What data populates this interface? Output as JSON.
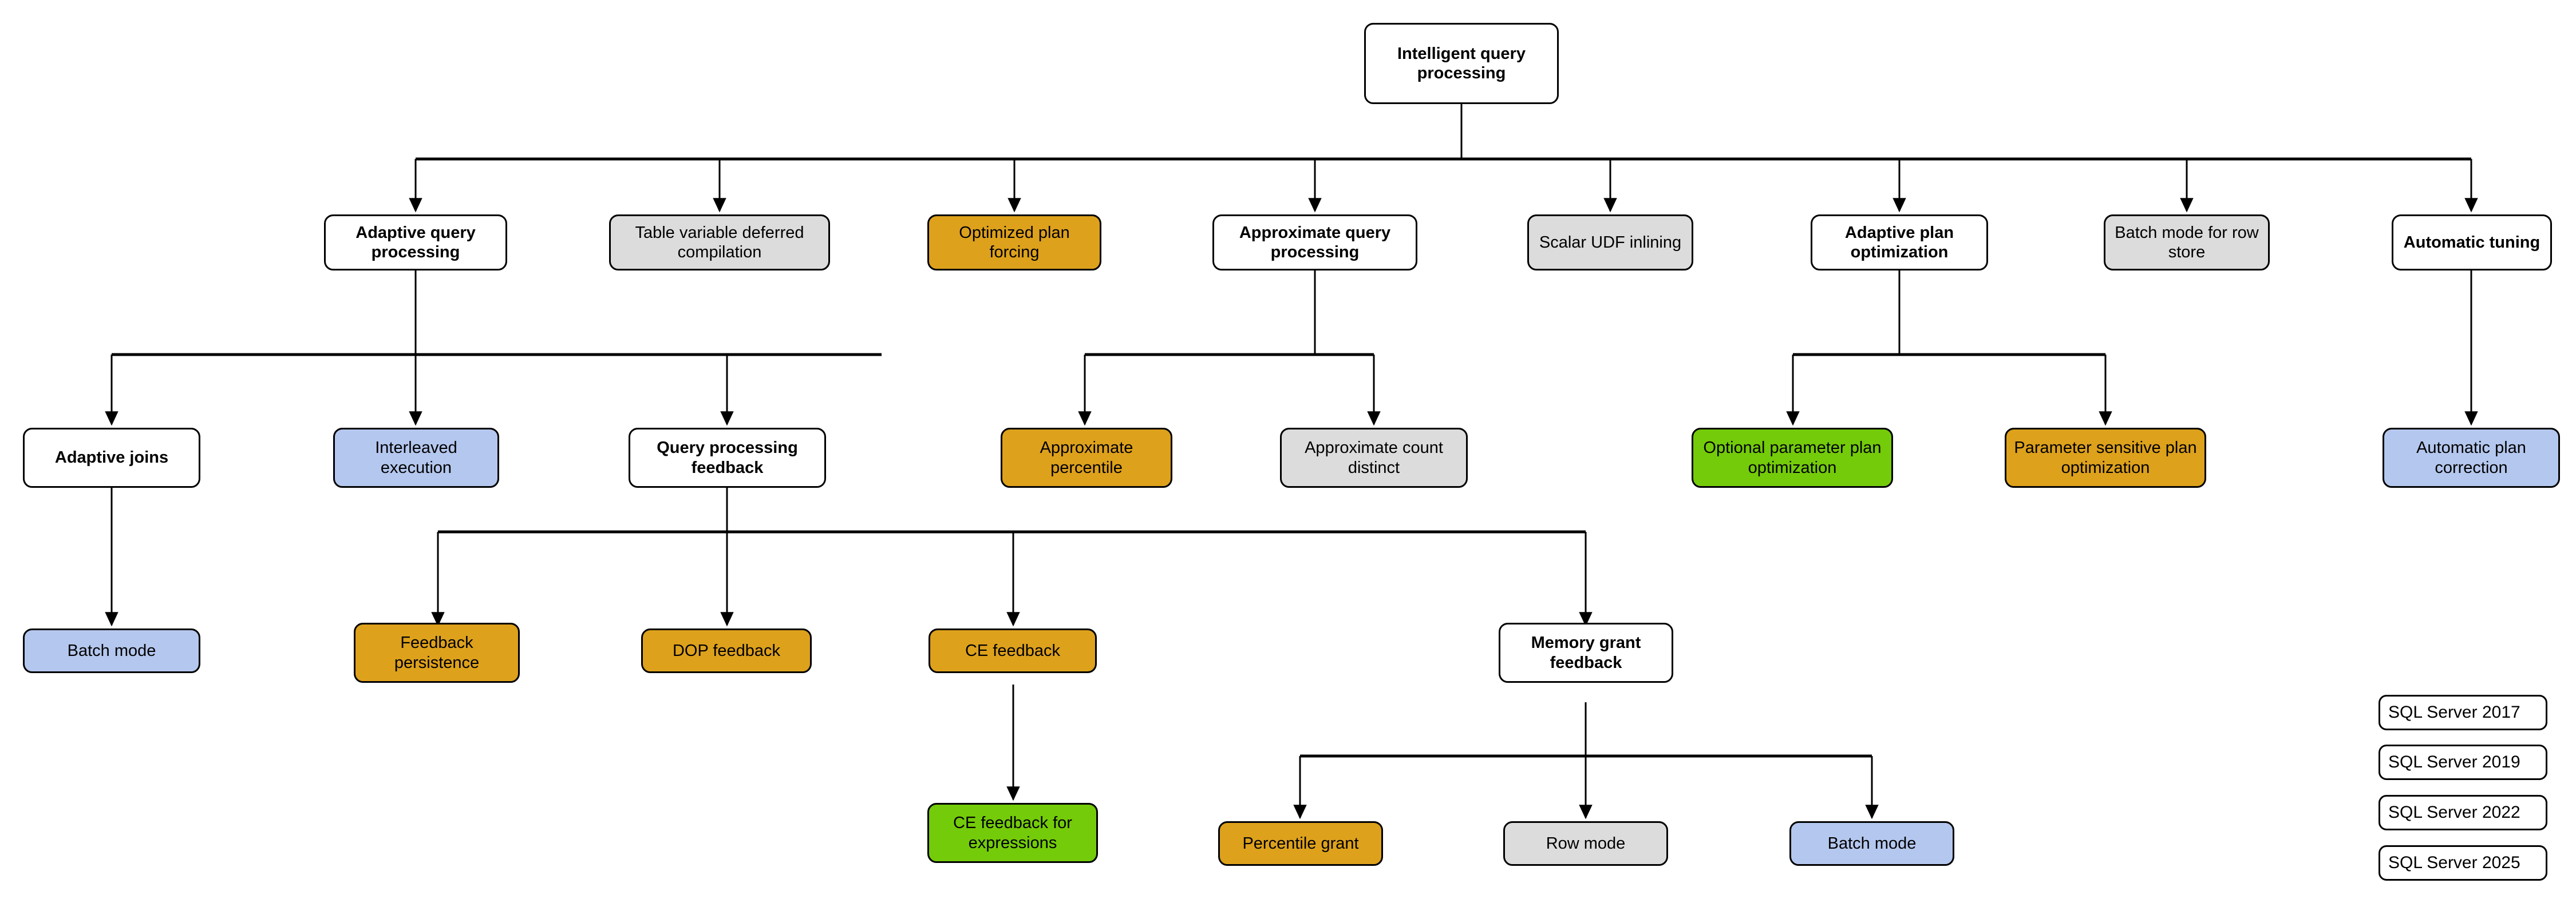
{
  "diagram": {
    "title": "Intelligent query processing",
    "type": "tree-diagram",
    "colors": {
      "sql_server_2017": "#b4c7ee",
      "sql_server_2019": "#dcdcdc",
      "sql_server_2022": "#dda11c",
      "sql_server_2025": "#74cb0a",
      "neutral": "#ffffff",
      "line": "#000000"
    }
  },
  "nodes": {
    "root": {
      "label": "Intelligent query processing"
    },
    "level1": [
      {
        "label": "Adaptive query processing"
      },
      {
        "label": "Table variable deferred compilation"
      },
      {
        "label": "Optimized plan forcing"
      },
      {
        "label": "Approximate query processing"
      },
      {
        "label": "Scalar UDF inlining"
      },
      {
        "label": "Adaptive plan optimization"
      },
      {
        "label": "Batch mode for row store"
      },
      {
        "label": "Automatic tuning"
      }
    ],
    "level2": [
      {
        "label": "Adaptive joins"
      },
      {
        "label": "Interleaved execution"
      },
      {
        "label": "Query processing feedback"
      },
      {
        "label": "Approximate percentile"
      },
      {
        "label": "Approximate count distinct"
      },
      {
        "label": "Optional parameter plan optimization"
      },
      {
        "label": "Parameter sensitive plan optimization"
      },
      {
        "label": "Automatic plan correction"
      }
    ],
    "level3": [
      {
        "label": "Batch mode"
      },
      {
        "label": "Feedback persistence"
      },
      {
        "label": "DOP feedback"
      },
      {
        "label": "CE feedback"
      },
      {
        "label": "Memory grant feedback"
      }
    ],
    "level4": [
      {
        "label": "CE feedback for expressions"
      },
      {
        "label": "Percentile grant"
      },
      {
        "label": "Row mode"
      },
      {
        "label": "Batch mode"
      }
    ]
  },
  "legend": {
    "items": [
      {
        "label": "SQL Server 2017",
        "color": "#b4c7ee"
      },
      {
        "label": "SQL Server 2019",
        "color": "#dcdcdc"
      },
      {
        "label": "SQL Server 2022",
        "color": "#dda11c"
      },
      {
        "label": "SQL Server 2025",
        "color": "#74cb0a"
      }
    ]
  }
}
